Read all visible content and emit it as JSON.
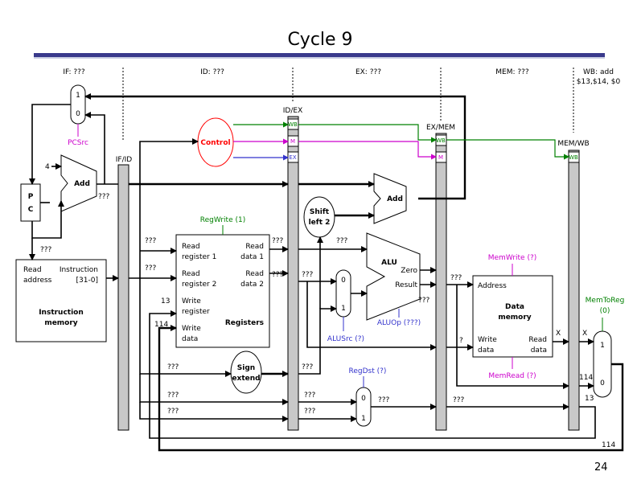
{
  "title": "Cycle 9",
  "page_number": "24",
  "stages": {
    "if": "IF: ???",
    "id": "ID: ???",
    "ex": "EX: ???",
    "mem": "MEM: ???",
    "wb_line1": "WB: add",
    "wb_line2": "$13,$14, $0"
  },
  "registers": {
    "if_id": "IF/ID",
    "id_ex": "ID/EX",
    "ex_mem": "EX/MEM",
    "mem_wb": "MEM/WB",
    "wb": "WB",
    "m": "M",
    "ex": "EX"
  },
  "blocks": {
    "pc_p": "P",
    "pc_c": "C",
    "add": "Add",
    "control": "Control",
    "shift_l1": "Shift",
    "shift_l2": "left 2",
    "sign_l1": "Sign",
    "sign_l2": "extend",
    "alu": "ALU",
    "zero": "Zero",
    "result": "Result",
    "imem_read": "Read",
    "imem_address": "address",
    "imem_instruction": "Instruction",
    "imem_bits": "[31-0]",
    "imem_name1": "Instruction",
    "imem_name2": "memory",
    "rf_read": "Read",
    "rf_register1": "register 1",
    "rf_register2": "register 2",
    "rf_data1": "data 1",
    "rf_data2": "data 2",
    "rf_write": "Write",
    "rf_register": "register",
    "rf_data": "data",
    "rf_name": "Registers",
    "dm_address": "Address",
    "dm_name1": "Data",
    "dm_name2": "memory",
    "dm_write": "Write",
    "dm_data": "data",
    "dm_read": "Read"
  },
  "mux": {
    "one": "1",
    "zero": "0"
  },
  "control_signals": {
    "pcsrc": "PCSrc",
    "regwrite": "RegWrite (1)",
    "memwrite": "MemWrite (?)",
    "memread": "MemRead (?)",
    "memtoreg1": "MemToReg",
    "memtoreg2": "(0)",
    "alusrc": "ALUSrc (?)",
    "aluop": "ALUOp (???)",
    "regdst": "RegDst (?)"
  },
  "values": {
    "four": "4",
    "unknown": "???",
    "q": "?",
    "x": "X",
    "v13": "13",
    "v114": "114"
  },
  "colors": {
    "green": "#008000",
    "magenta": "#cc00cc",
    "blue": "#3333cc",
    "red": "#ff0000",
    "pipeline_reg": "#c8c8c8",
    "title_bar": "#3a3a8c"
  }
}
